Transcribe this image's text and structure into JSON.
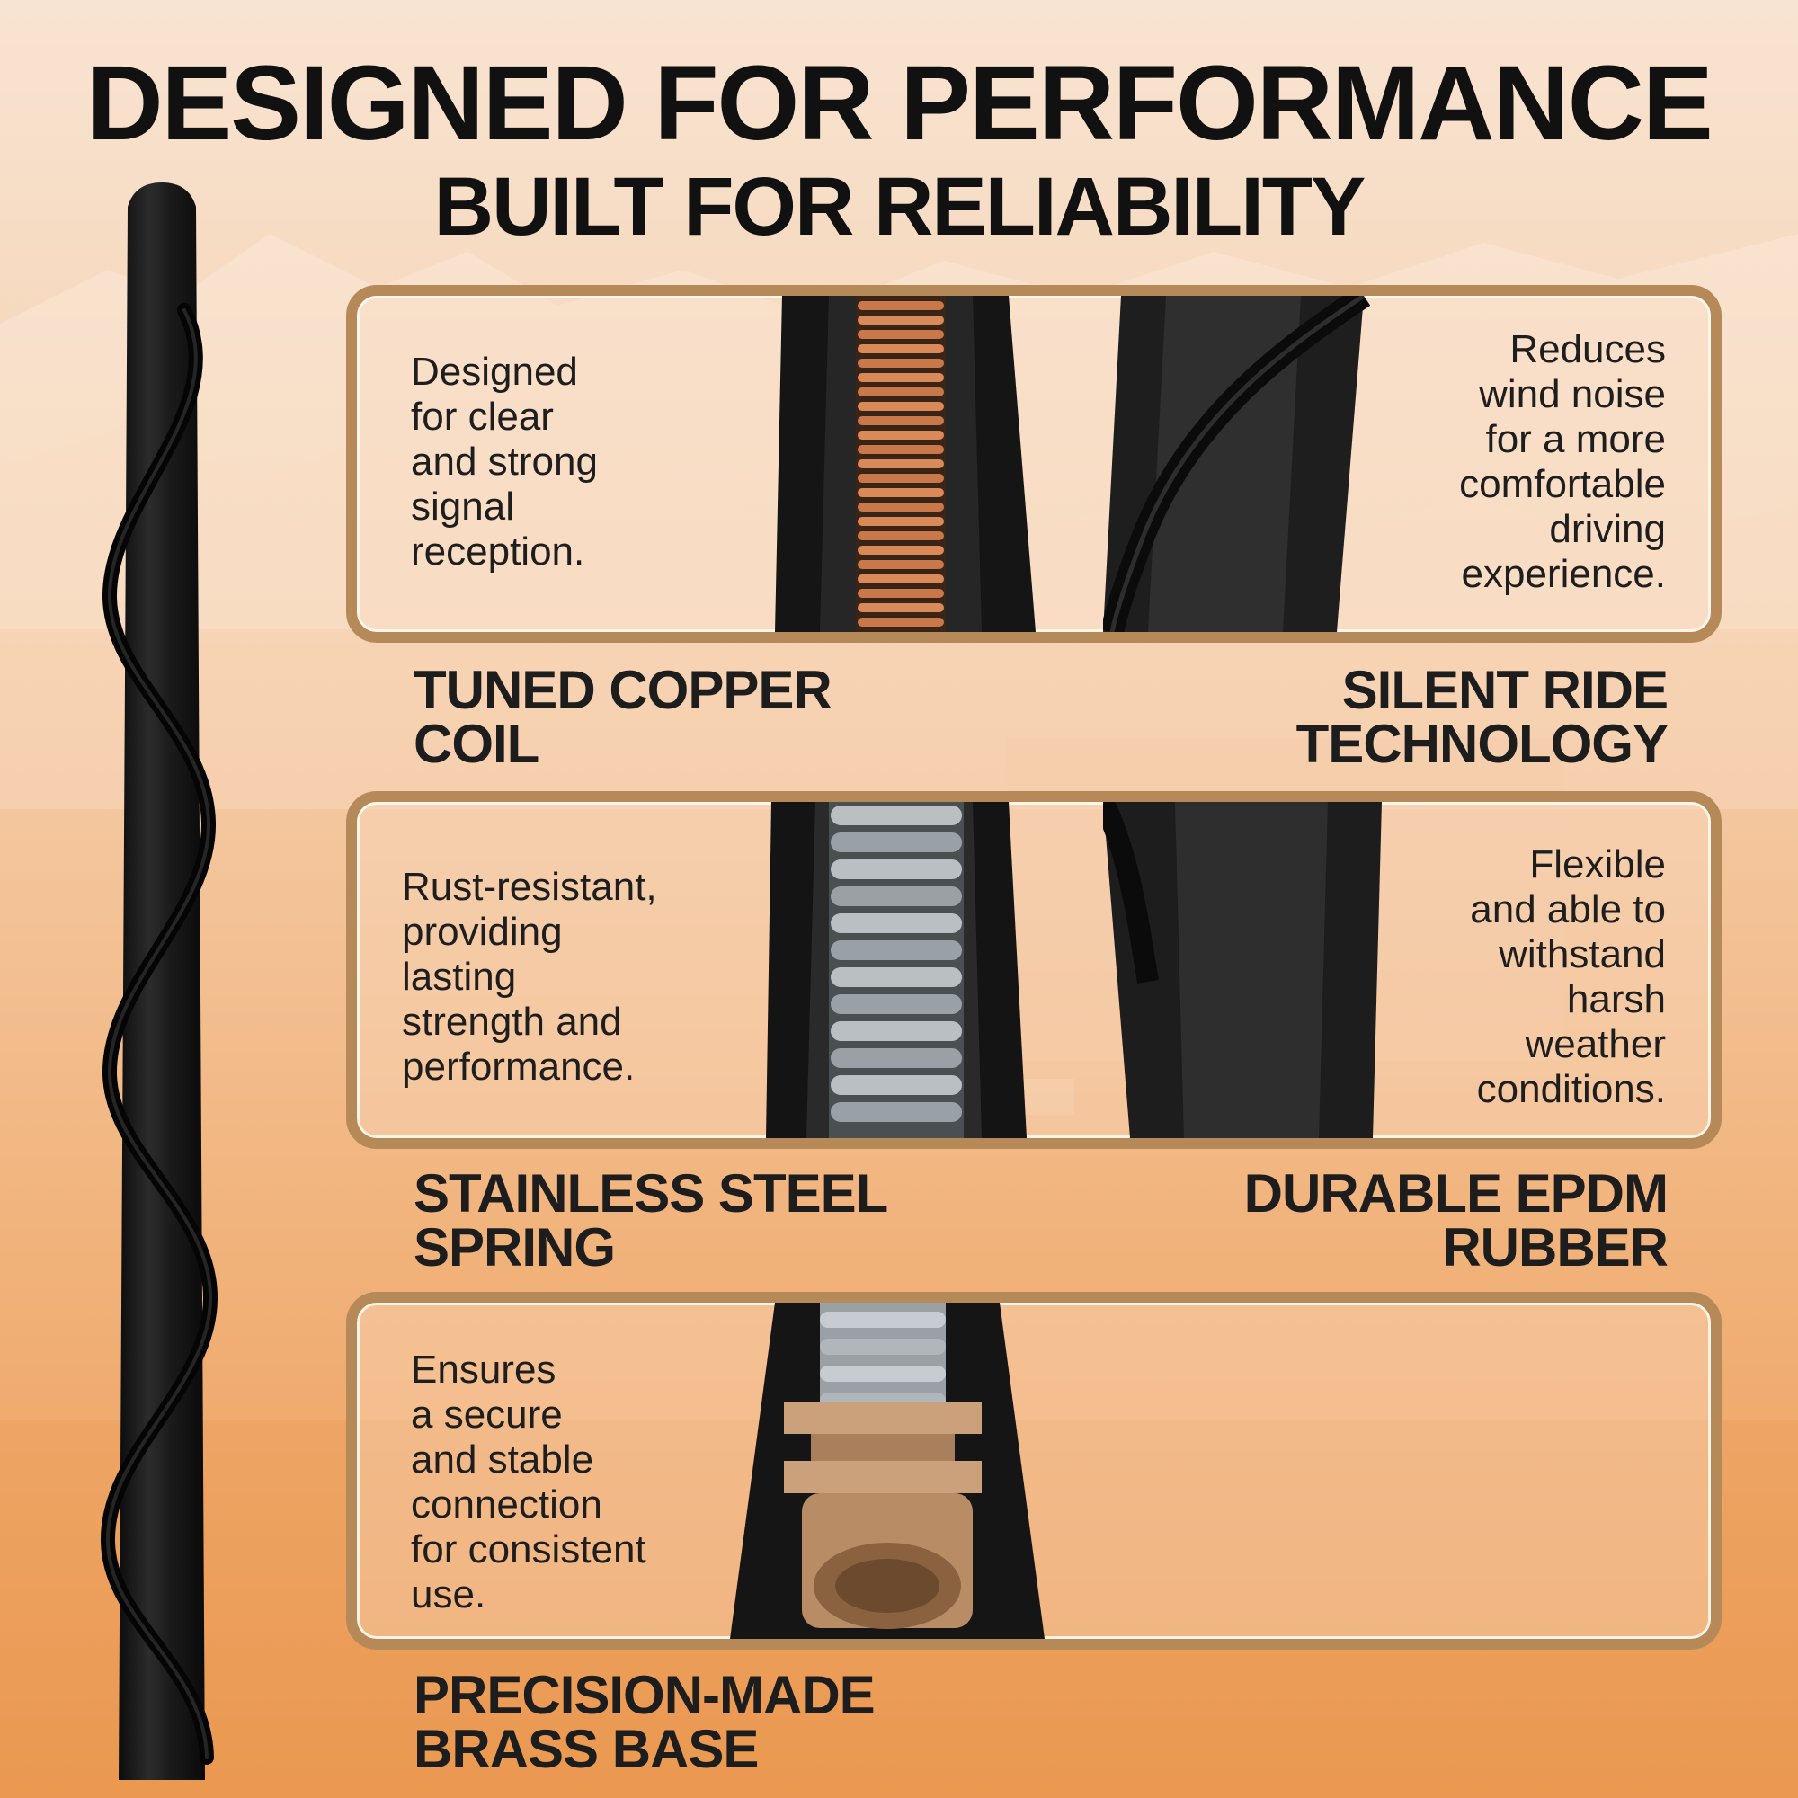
{
  "headline": {
    "line1": "DESIGNED FOR PERFORMANCE",
    "line2": "BUILT FOR RELIABILITY"
  },
  "features": [
    {
      "title": "TUNED COPPER\nCOIL",
      "description": "Designed\nfor clear\nand strong\nsignal\nreception.",
      "image_icon": "copper-coil-cutaway-icon"
    },
    {
      "title": "SILENT RIDE\nTECHNOLOGY",
      "description": "Reduces\nwind noise\nfor a more\ncomfortable\ndriving\nexperience.",
      "image_icon": "spiral-groove-icon"
    },
    {
      "title": "STAINLESS STEEL\nSPRING",
      "description": "Rust-resistant,\nproviding\nlasting\nstrength and\nperformance.",
      "image_icon": "steel-spring-cutaway-icon"
    },
    {
      "title": "DURABLE EPDM\nRUBBER",
      "description": "Flexible\nand able to\nwithstand\nharsh\nweather\nconditions.",
      "image_icon": "rubber-shaft-icon"
    },
    {
      "title": "PRECISION-MADE\nBRASS BASE",
      "description": "Ensures\na secure\nand stable\nconnection\nfor consistent\nuse.",
      "image_icon": "brass-base-cutaway-icon"
    }
  ],
  "colors": {
    "panel_border": "#b68a58",
    "copper": "#c97a45",
    "steel": "#aeb4b8",
    "brass": "#c0946a",
    "rubber": "#1f1f1f"
  }
}
